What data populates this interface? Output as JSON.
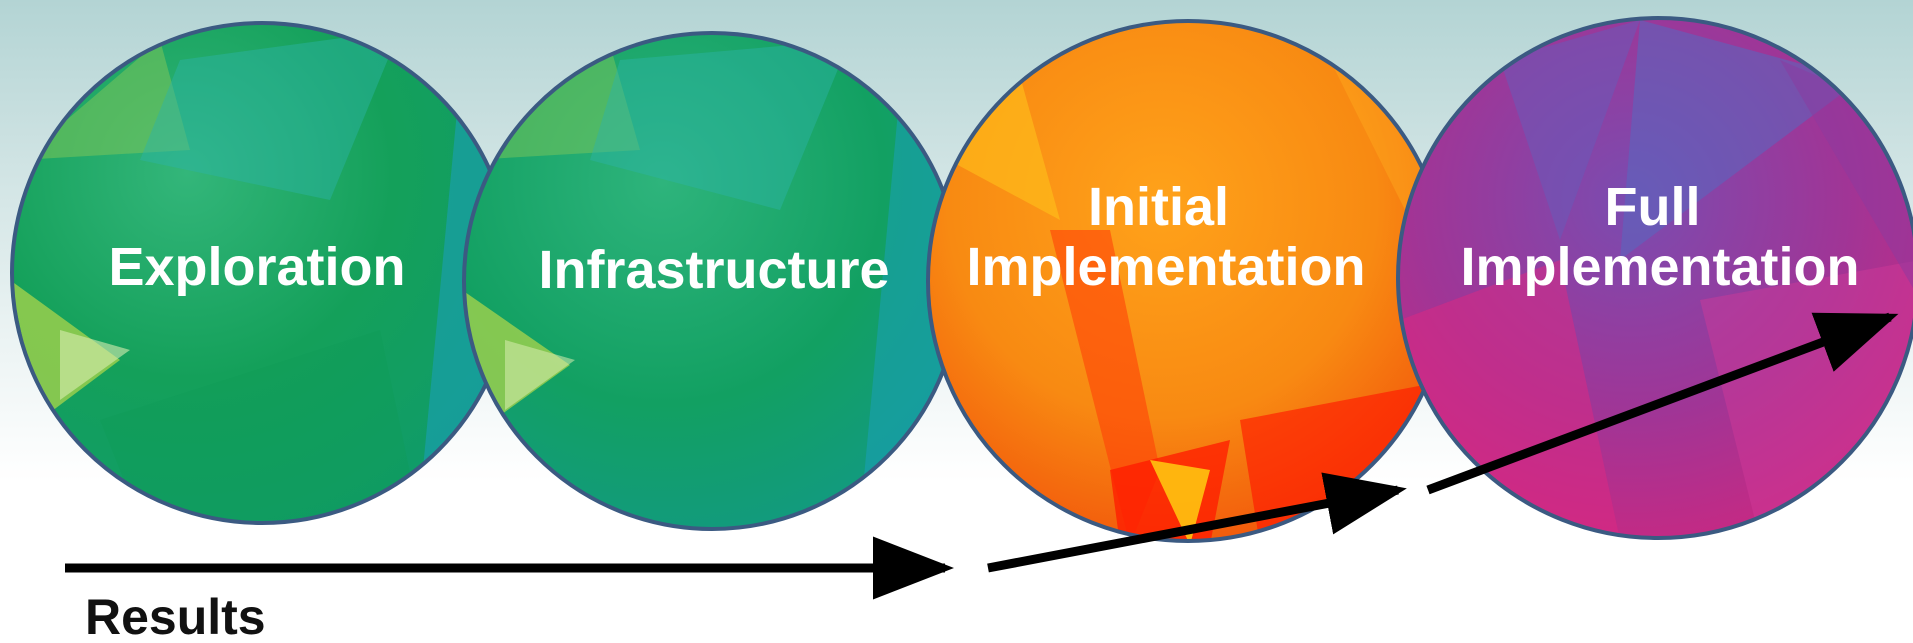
{
  "stages": [
    {
      "id": "exploration",
      "label_lines": [
        "Exploration"
      ],
      "color": "#1fa36a"
    },
    {
      "id": "infrastructure",
      "label_lines": [
        "Infrastructure"
      ],
      "color": "#14a070"
    },
    {
      "id": "initial",
      "label_lines": [
        "Initial",
        "Implementation"
      ],
      "color": "#f6941c"
    },
    {
      "id": "full",
      "label_lines": [
        "Full",
        "Implementation"
      ],
      "color": "#b0338f"
    }
  ],
  "results_label": "Results",
  "colors": {
    "circle_border": "#3b5a82",
    "arrow": "#000000"
  }
}
